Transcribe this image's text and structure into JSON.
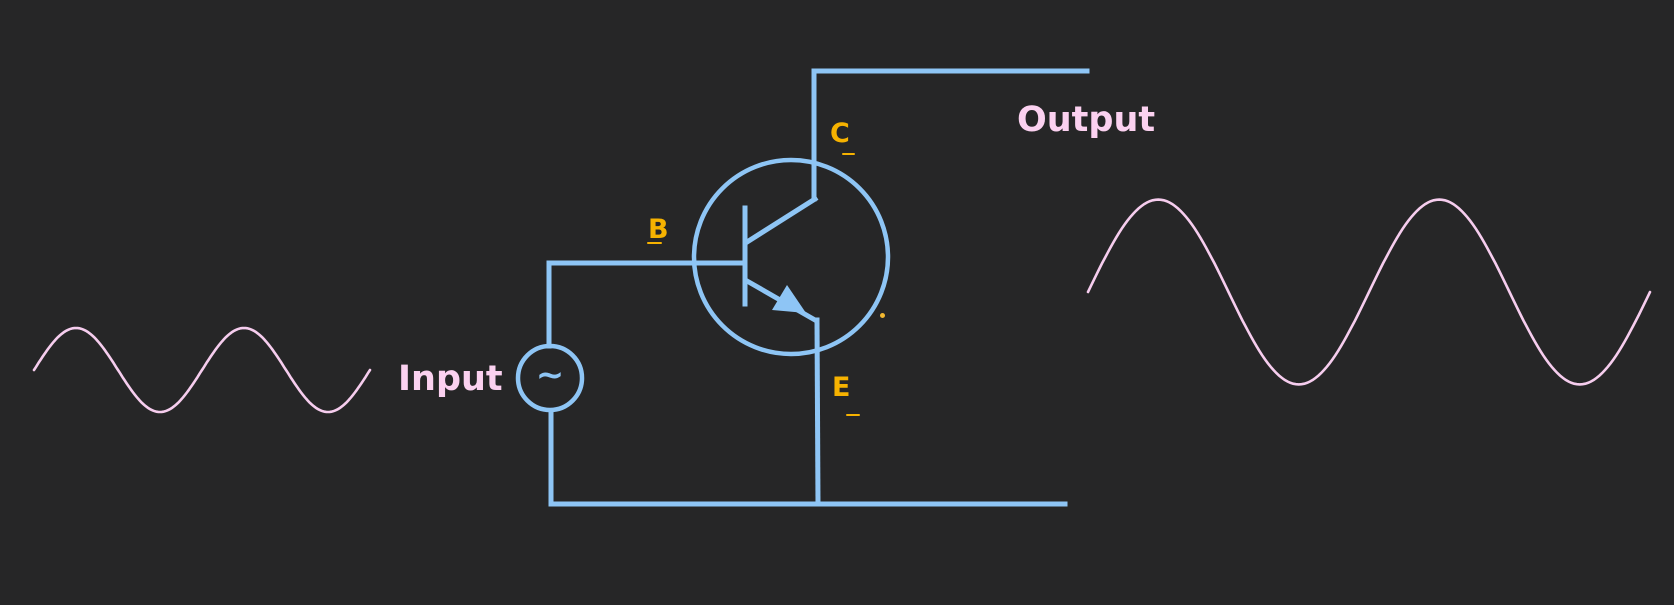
{
  "diagram": {
    "title": "Common-emitter NPN transistor amplifier",
    "labels": {
      "input": "Input",
      "output": "Output",
      "base": "B",
      "collector": "C",
      "emitter": "E",
      "source_symbol": "~"
    },
    "components": [
      {
        "id": "ac-source",
        "type": "AC voltage source",
        "symbol": "~"
      },
      {
        "id": "npn-transistor",
        "type": "NPN bipolar junction transistor",
        "terminals": [
          "B",
          "C",
          "E"
        ]
      }
    ],
    "signals": {
      "input": {
        "shape": "sine",
        "cycles": 2,
        "relative_amplitude": 1
      },
      "output": {
        "shape": "sine",
        "cycles": 2,
        "relative_amplitude": 2.2
      }
    },
    "colors": {
      "background": "#262627",
      "wire": "#8ec5f5",
      "terminal_label": "#f6b200",
      "io_label": "#fbd1f0",
      "waveform": "#f6cdee"
    }
  }
}
